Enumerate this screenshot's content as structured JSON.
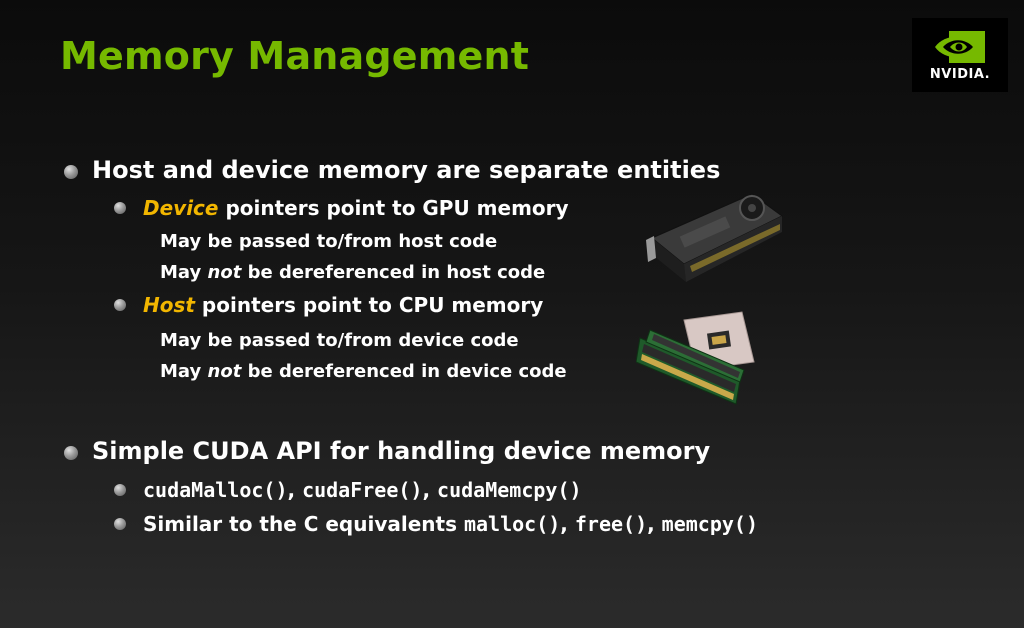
{
  "slide": {
    "title": "Memory Management",
    "logo_text": "NVIDIA.",
    "accent_color": "#76b900",
    "highlight_color": "#f2b600"
  },
  "bullets": {
    "b1": {
      "text": "Host and device memory are separate entities"
    },
    "b1_1": {
      "keyword": "Device",
      "rest": " pointers point to GPU memory"
    },
    "b1_1_1": {
      "text": "May be passed to/from host code"
    },
    "b1_1_2": {
      "pre": "May ",
      "emph": "not",
      "post": " be dereferenced in host code"
    },
    "b1_2": {
      "keyword": "Host",
      "rest": " pointers point to CPU memory"
    },
    "b1_2_1": {
      "text": "May be passed to/from device code"
    },
    "b1_2_2": {
      "pre": "May ",
      "emph": "not",
      "post": " be dereferenced in device code"
    },
    "b2": {
      "text": "Simple CUDA API for handling device memory"
    },
    "b2_1": {
      "c1": "cudaMalloc()",
      "sep1": ", ",
      "c2": "cudaFree()",
      "sep2": ", ",
      "c3": "cudaMemcpy()"
    },
    "b2_2": {
      "text": "Similar to the C equivalents ",
      "c1": "malloc()",
      "sep1": ", ",
      "c2": "free()",
      "sep2": ", ",
      "c3": "memcpy()"
    }
  },
  "images": {
    "gpu_icon": "graphics-card-icon",
    "cpu_icon": "cpu-and-ram-icon"
  }
}
